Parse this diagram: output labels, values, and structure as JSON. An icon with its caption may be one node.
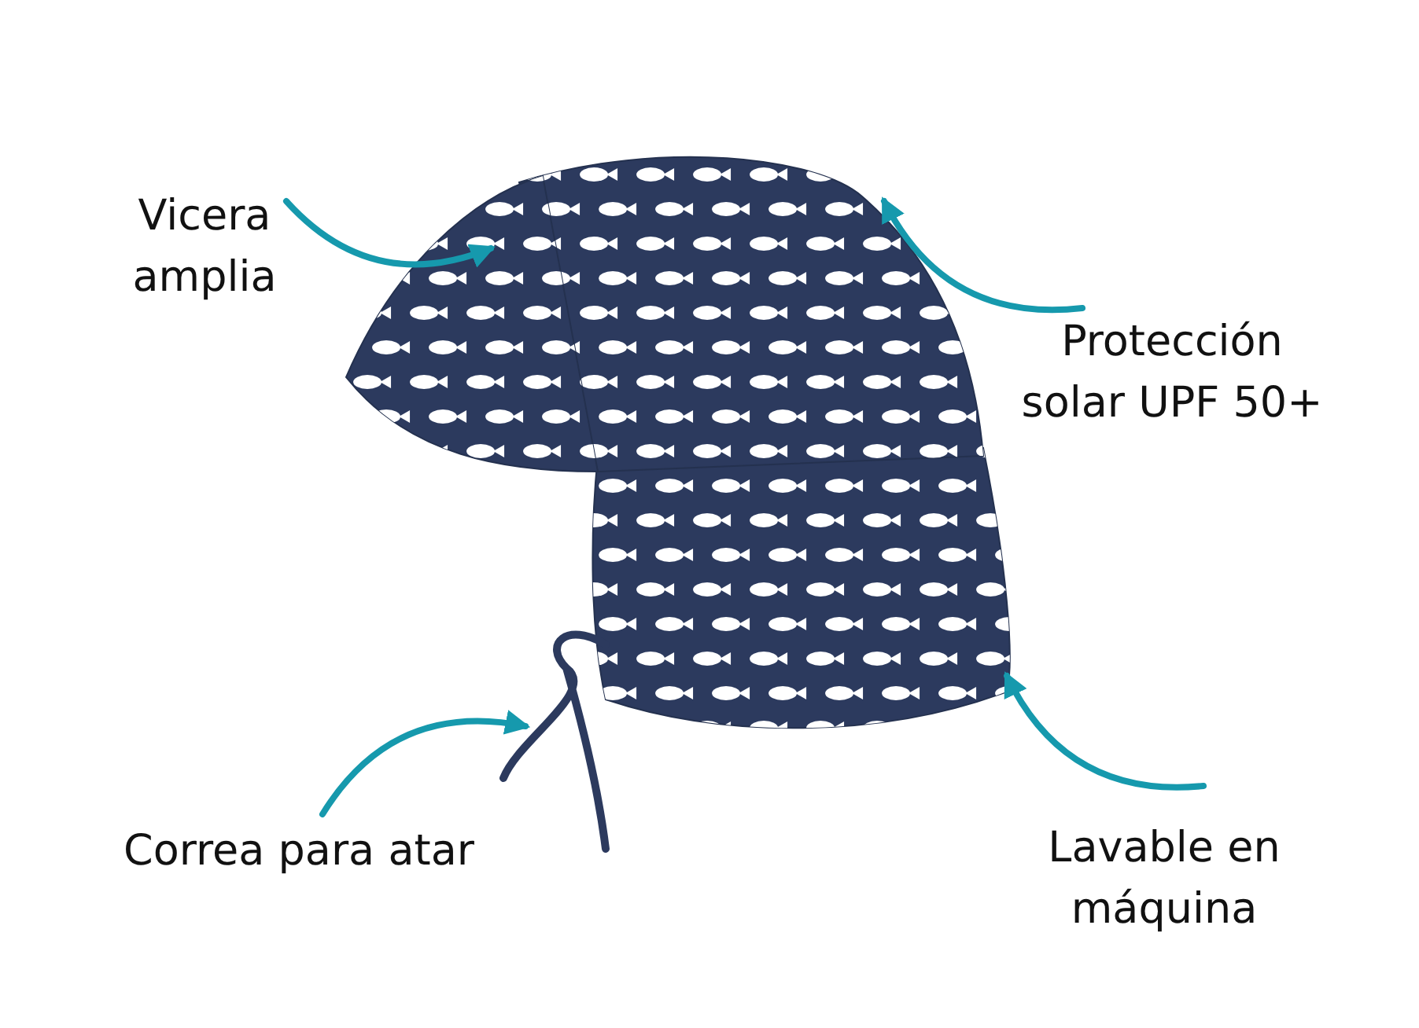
{
  "diagram": {
    "nodes": [
      {
        "text": [
          "Vicera amplia"
        ]
      },
      {
        "text": [
          "Protección solar UPF 50+"
        ]
      },
      {
        "text": [
          "Correa para atar"
        ]
      },
      {
        "text": [
          "Lavable en máquina"
        ]
      },
      {
        "text": [],
        "shape": "picture"
      },
      {
        "text": [],
        "shape": "picture",
        "in": 4
      },
      {
        "text": [],
        "shape": "picture",
        "in": 4
      },
      {
        "text": [],
        "shape": "picture",
        "in": 4
      },
      {
        "text": [],
        "shape": "picture",
        "in": 4
      }
    ],
    "edges": [
      {
        "from": 0,
        "to": 5,
        "arrow": "to"
      },
      {
        "from": 1,
        "to": 6,
        "arrow": "to"
      },
      {
        "from": 2,
        "to": 7,
        "arrow": "to"
      },
      {
        "from": 3,
        "to": 8,
        "arrow": "to"
      }
    ]
  }
}
